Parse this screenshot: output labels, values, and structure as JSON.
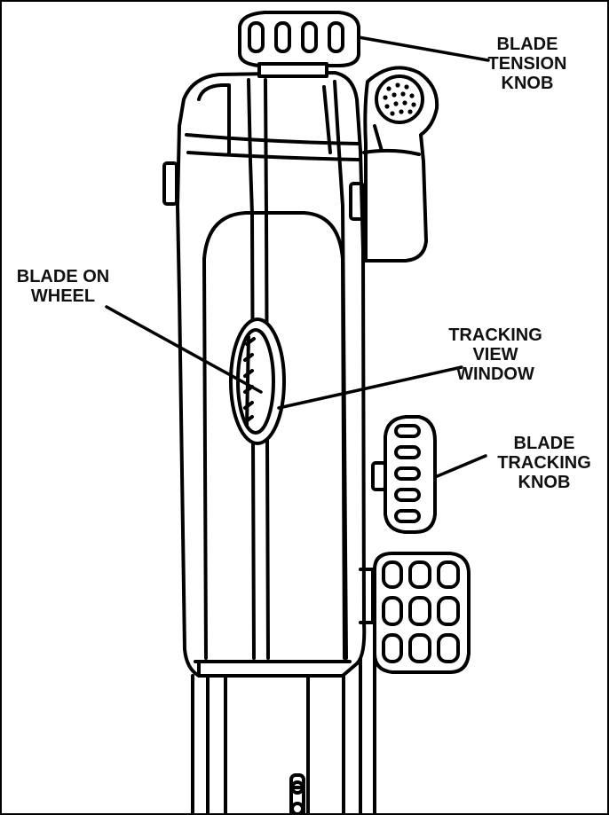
{
  "labels": {
    "blade_tension_knob": [
      "BLADE",
      "TENSION",
      "KNOB"
    ],
    "blade_on_wheel": [
      "BLADE ON",
      "WHEEL"
    ],
    "tracking_view_window": [
      "TRACKING",
      "VIEW",
      "WINDOW"
    ],
    "blade_tracking_knob": [
      "BLADE",
      "TRACKING",
      "KNOB"
    ]
  }
}
